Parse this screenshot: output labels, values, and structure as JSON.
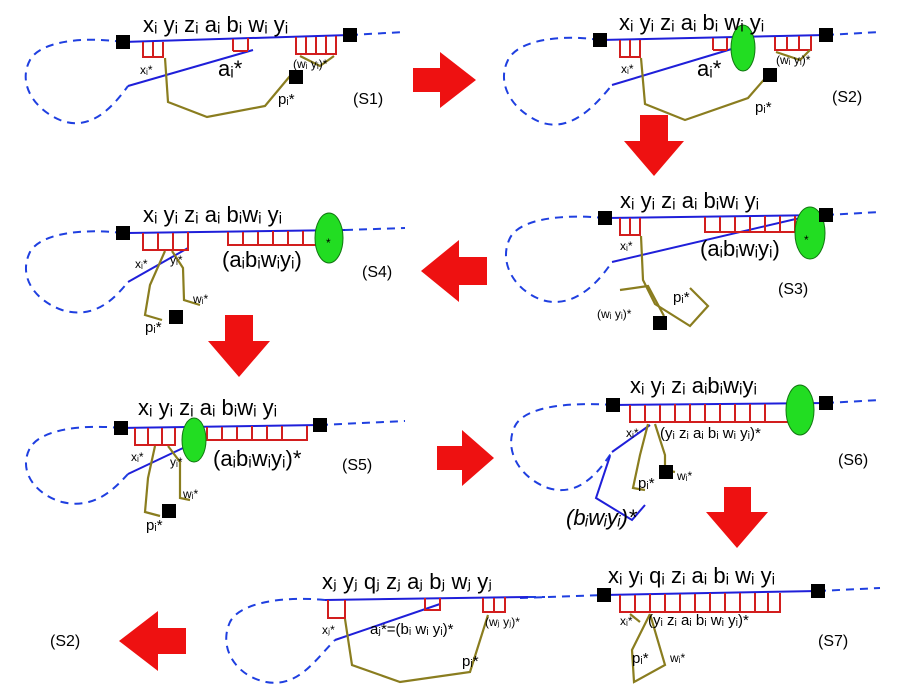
{
  "colors": {
    "strand": "#1f1fd9",
    "dashed": "#1f3fe0",
    "bonds": "#d21e1e",
    "loop": "#8a7d1f",
    "knot": "#22dd22",
    "arrow": "#ee1111",
    "endpoint": "#000000"
  },
  "panels": {
    "s1": {
      "tag": "(S1)",
      "seq": "xᵢ  yᵢ  zᵢ aᵢ  bᵢ wᵢ yᵢ",
      "x_star": "xᵢ*",
      "a_star": "aᵢ*",
      "wy_star": "(wᵢ yᵢ)*",
      "p_star": "pᵢ*"
    },
    "s2": {
      "tag": "(S2)",
      "seq": "xᵢ  yᵢ  zᵢ aᵢ bᵢ   wᵢ yᵢ",
      "x_star": "xᵢ*",
      "a_star": "aᵢ*",
      "wy_star": "(wᵢ yᵢ)*",
      "p_star": "pᵢ*"
    },
    "s3": {
      "tag": "(S3)",
      "seq": "xᵢ  yᵢ  zᵢ aᵢ bᵢwᵢ yᵢ",
      "x_star": "xᵢ*",
      "duplex": "(aᵢbᵢwᵢyᵢ)",
      "wy_star": "(wᵢ yᵢ)*",
      "p_star": "pᵢ*",
      "knot_star": "*"
    },
    "s4": {
      "tag": "(S4)",
      "seq": "xᵢ   yᵢ zᵢ aᵢ bᵢwᵢ yᵢ",
      "x_star": "xᵢ*",
      "y_star": "yᵢ*",
      "duplex": "(aᵢbᵢwᵢyᵢ)",
      "w_star": "wᵢ*",
      "p_star": "pᵢ*",
      "knot_star": "*"
    },
    "s5": {
      "tag": "(S5)",
      "seq": "xᵢ    yᵢ zᵢ aᵢ bᵢwᵢ yᵢ",
      "x_star": "xᵢ*",
      "y_star": "yᵢ*",
      "duplex": "(aᵢbᵢwᵢyᵢ)*",
      "w_star": "wᵢ*",
      "p_star": "pᵢ*"
    },
    "s6": {
      "tag": "(S6)",
      "seq": "xᵢ yᵢ zᵢ aᵢbᵢwᵢyᵢ",
      "x_star": "xᵢ*",
      "duplex": "(yᵢ  zᵢ  aᵢ  bᵢ wᵢ yᵢ)*",
      "w_star": "wᵢ*",
      "p_star": "pᵢ*",
      "bwy_star": "(bᵢwᵢyᵢ)*"
    },
    "s7": {
      "tag": "(S7)",
      "seq": "xᵢ yᵢ qᵢ zᵢ aᵢ bᵢ wᵢ yᵢ",
      "x_star": "xᵢ*",
      "duplex": "(yᵢ  zᵢ  aᵢ  bᵢ wᵢ yᵢ)*",
      "w_star": "wᵢ*",
      "p_star": "pᵢ*"
    },
    "final": {
      "tag": "(S2)",
      "seq": "xⱼ yⱼ qⱼ zⱼ aⱼ bⱼ wⱼ yⱼ",
      "x_star": "xⱼ*",
      "a_eq": "aⱼ*=(bᵢ wᵢ yᵢ)*",
      "wy_star": "(wⱼ yⱼ)*",
      "p_star": "pᵢ*"
    }
  }
}
